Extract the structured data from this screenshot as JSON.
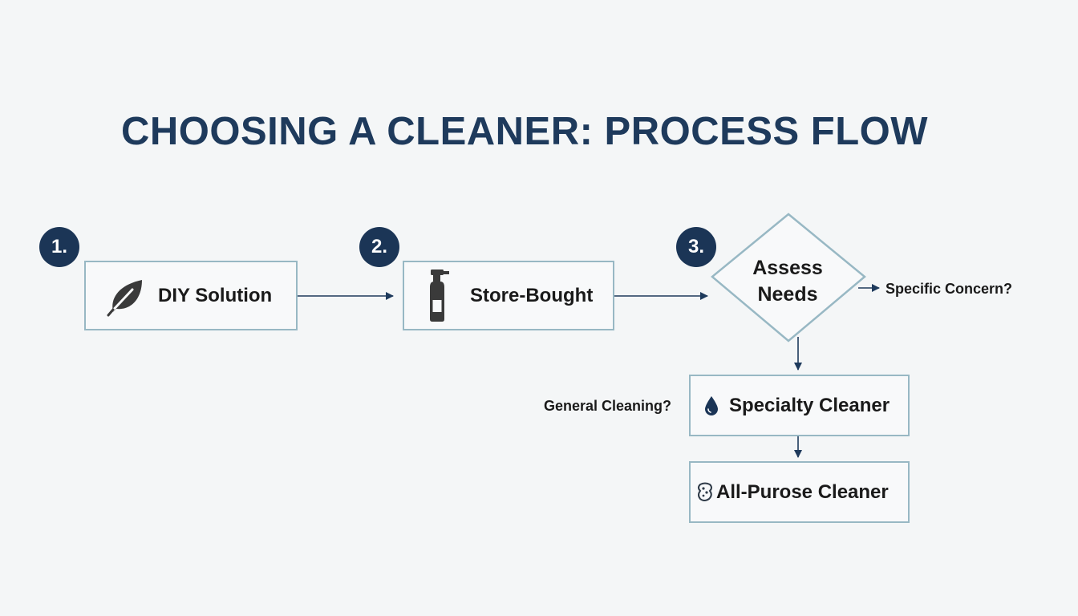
{
  "title": "CHOOSING A CLEANER: PROCESS FLOW",
  "colors": {
    "primary": "#1e3a5c",
    "badge": "#1b3556",
    "box_border": "#98b8c4",
    "connector": "#1e3a5c",
    "background": "#f4f6f7"
  },
  "steps": [
    {
      "number": "1.",
      "label": "DIY Solution",
      "icon": "leaf-icon"
    },
    {
      "number": "2.",
      "label": "Store-Bought",
      "icon": "spray-bottle-icon"
    },
    {
      "number": "3.",
      "label": "Assess Needs",
      "shape": "diamond"
    }
  ],
  "decision": {
    "label_line1": "Assess",
    "label_line2": "Needs",
    "branch_right": "Specific Concern?"
  },
  "outcomes": [
    {
      "label": "Specialty Cleaner",
      "icon": "water-drop-icon",
      "side_label": "General Cleaning?"
    },
    {
      "label": "All-Purose Cleaner",
      "icon": "sponge-icon"
    }
  ]
}
